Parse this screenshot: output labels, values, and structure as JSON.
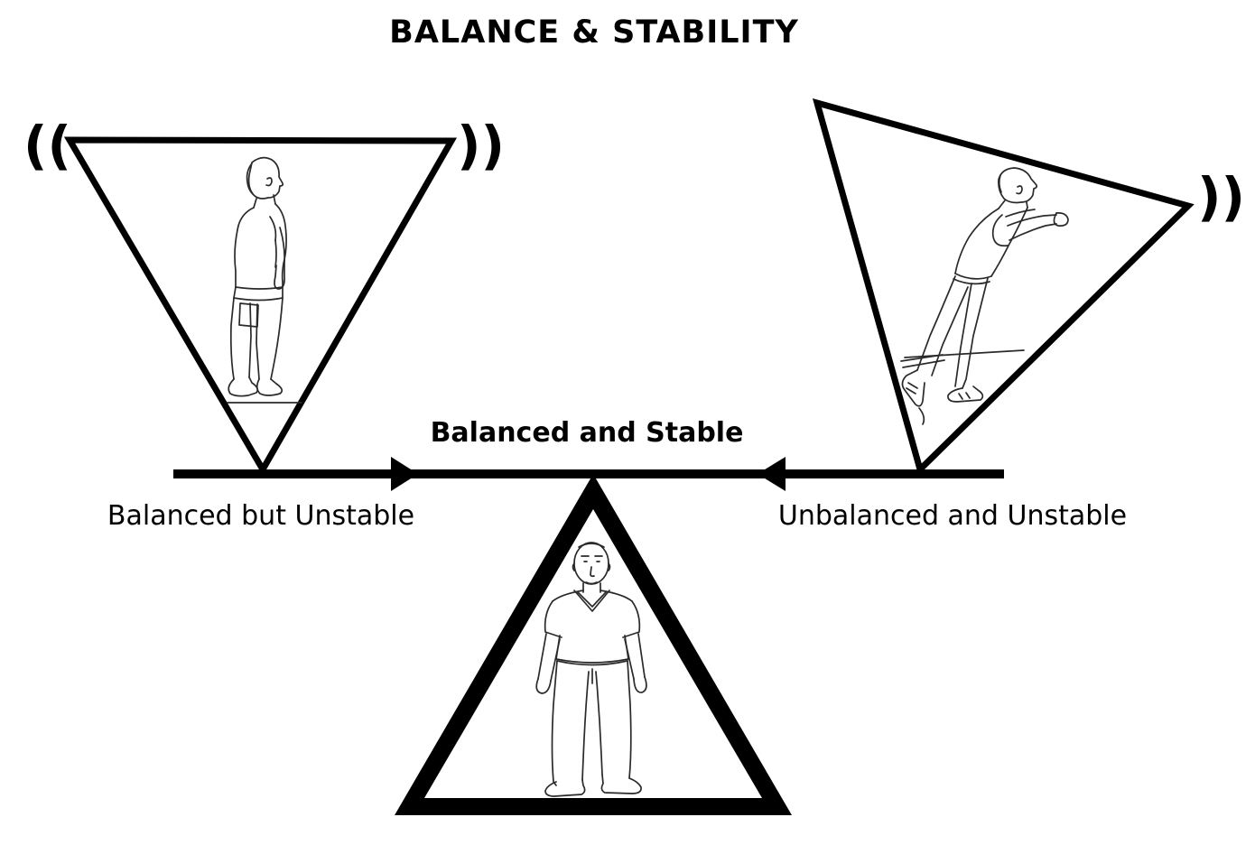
{
  "title": "BALANCE & STABILITY",
  "labels": {
    "center": "Balanced and Stable",
    "bottom_left": "Balanced but Unstable",
    "bottom_right": "Unbalanced and Unstable"
  },
  "wobble_marks": {
    "left_triangle_left": "((",
    "left_triangle_right": "))",
    "right_triangle_right": "))"
  },
  "colors": {
    "ink": "#000000",
    "figure_stroke": "#2a2a2a",
    "background": "#ffffff"
  },
  "scenes": [
    {
      "position": "top-left",
      "support": "inverted-triangle-balancing-on-apex",
      "person": "man-standing-upright-profile",
      "wobble": true,
      "label": "Balanced but Unstable"
    },
    {
      "position": "top-right",
      "support": "tilted-inverted-triangle-tipping-over",
      "person": "man-leaning-forward-falling",
      "wobble": true,
      "label": "Unbalanced and Unstable"
    },
    {
      "position": "bottom-center",
      "support": "upright-triangle-resting-on-base",
      "person": "man-standing-upright-front",
      "wobble": false,
      "label": "Balanced and Stable"
    }
  ],
  "axis": {
    "description": "horizontal line with arrowheads pointing inward toward the stable state"
  }
}
